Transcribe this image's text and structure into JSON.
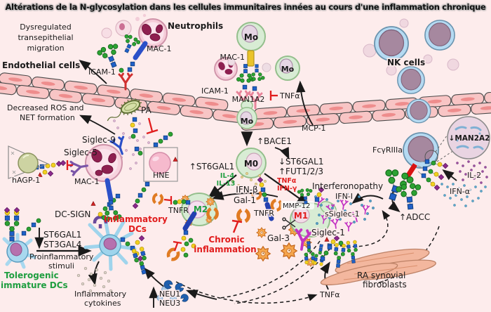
{
  "title": "Altérations de la  N-glycosylation dans les cellules immunitaires innées au cours d'une inflammation chronique",
  "colors": {
    "background": "#fdecec",
    "red_accent": "#e11d1d",
    "green_accent": "#1f9e40",
    "orange_galectin": "#e07b22",
    "magenta_siglec": "#c332c3",
    "blue_receptor": "#2b50c8",
    "purple_receptor": "#7a55a8",
    "yellow_integrin": "#eac32a",
    "red_fc_receptor": "#d81414"
  },
  "zones": {
    "vessel": {
      "endothelial": "Endothelial cells"
    },
    "neutro": {
      "label": "Neutrophils",
      "mac1": "MAC-1",
      "icam1": "ICAM-1",
      "dys1": "Dysregulated",
      "dys2": "transepithelial",
      "dys3": "migration"
    },
    "mono": {
      "mo": "Mo",
      "mac1": "MAC-1",
      "icam1": "ICAM-1",
      "man1a2": "MAN1A2",
      "tnfa": "TNFα",
      "mcp1": "MCP-1",
      "bace1": "↑BACE1"
    },
    "mac": {
      "m0": "M0",
      "m1": "M1",
      "m2": "M2",
      "st6_up": "↑ST6GAL1",
      "il4": "IL-4",
      "il13": "IL-13",
      "st6_down": "↓ST6GAL1",
      "fut": "↑FUT1/2/3",
      "tnfa": "TNFα",
      "ifng": "IFN-γ",
      "ifnb": "IFN-β",
      "gal1": "Gal-1",
      "tnfr": "TNFR",
      "chronic1": "Chronic",
      "chronic2": "inflammation",
      "gal3": "Gal-3",
      "mmp12": "MMP-12",
      "interferonopathy": "Interferonopathy",
      "ifn1": "IFN-I",
      "ssiglec1": "sSiglec-1",
      "siglec1": "Siglec-1"
    },
    "nk": {
      "label": "NK cells",
      "man2a2": "↓MAN2A2",
      "fcgr": "FcγRIIIa",
      "il2": "IL-2",
      "ifna": "IFN-α",
      "adcc": "↑ADCC"
    },
    "fibro": {
      "l1": "RA synovial",
      "l2": "fibroblasts",
      "tnfa": "TNFα"
    },
    "neu": {
      "neu1": "NEU1",
      "neu3": "NEU3"
    },
    "granulo": {
      "dec1": "Decreased ROS and",
      "dec2": "NET formation",
      "pa": "PA",
      "siglec9": "Siglec-9",
      "siglec5": "Siglec-5",
      "hagp1": "hAGP-1",
      "mac1": "MAC-1",
      "hne": "HNE"
    },
    "dc": {
      "dcsign": "DC-SIGN",
      "infl1": "Inflammatory",
      "infl2": "DCs",
      "st6": "ST6GAL1",
      "st3": "ST3GAL4",
      "pro1": "Proinflammatory",
      "pro2": "stimuli",
      "tol1": "Tolerogenic",
      "tol2": "immature DCs",
      "cyt1": "Inflammatory",
      "cyt2": "cytokines"
    }
  }
}
